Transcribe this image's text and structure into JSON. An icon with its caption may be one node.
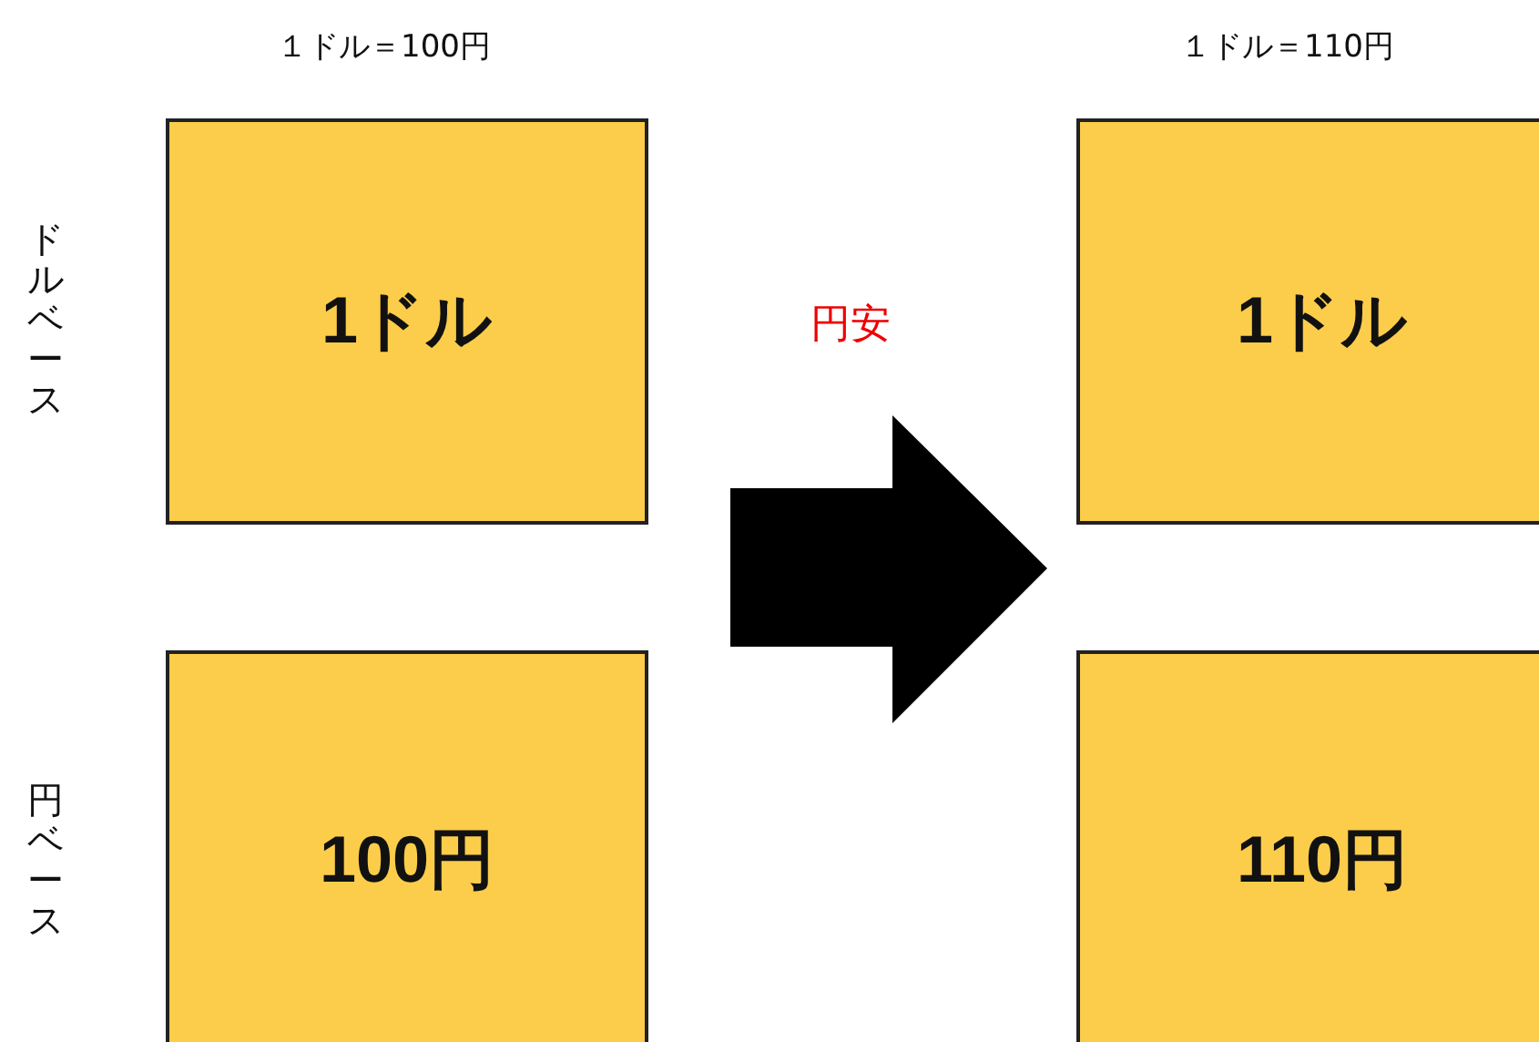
{
  "diagram": {
    "nodes": [
      {
        "text": [
          "1ドル"
        ]
      },
      {
        "text": [
          "100円"
        ]
      },
      {
        "text": [
          "1ドル"
        ]
      },
      {
        "text": [
          "110円"
        ]
      }
    ],
    "labels": [
      "１ドル＝100円",
      "１ドル＝110円",
      "ドルベース",
      "円安",
      "円ベース"
    ]
  }
}
